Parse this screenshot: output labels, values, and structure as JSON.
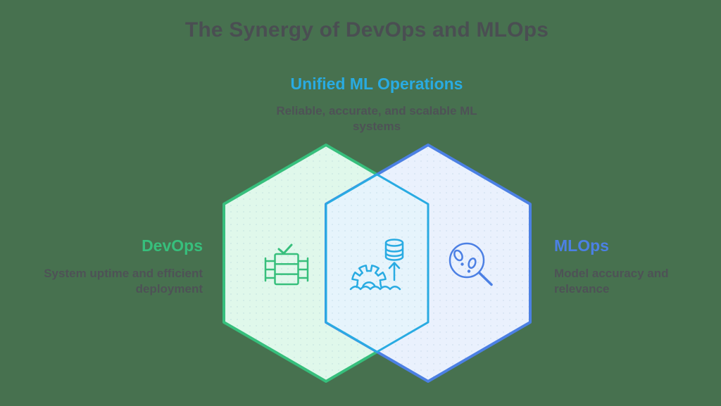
{
  "title": "The Synergy of DevOps and MLOps",
  "center": {
    "label": "Unified ML Operations",
    "description": "Reliable, accurate, and scalable ML systems",
    "icon": "gear-database-arrow-icon"
  },
  "left": {
    "label": "DevOps",
    "description": "System uptime and efficient deployment",
    "icon": "server-checkmark-icon"
  },
  "right": {
    "label": "MLOps",
    "description": "Model accuracy and relevance",
    "icon": "magnifying-glass-footprints-icon"
  },
  "colors": {
    "background": "#47714F",
    "title_text": "#4A4E52",
    "body_text": "#4E5256",
    "green": "#37BF7C",
    "green_fill": "#E0F8EB",
    "cyan": "#29ABE2",
    "cyan_fill": "#E6F4FC",
    "blue": "#4C80E4",
    "blue_fill": "#EAF1FD"
  }
}
